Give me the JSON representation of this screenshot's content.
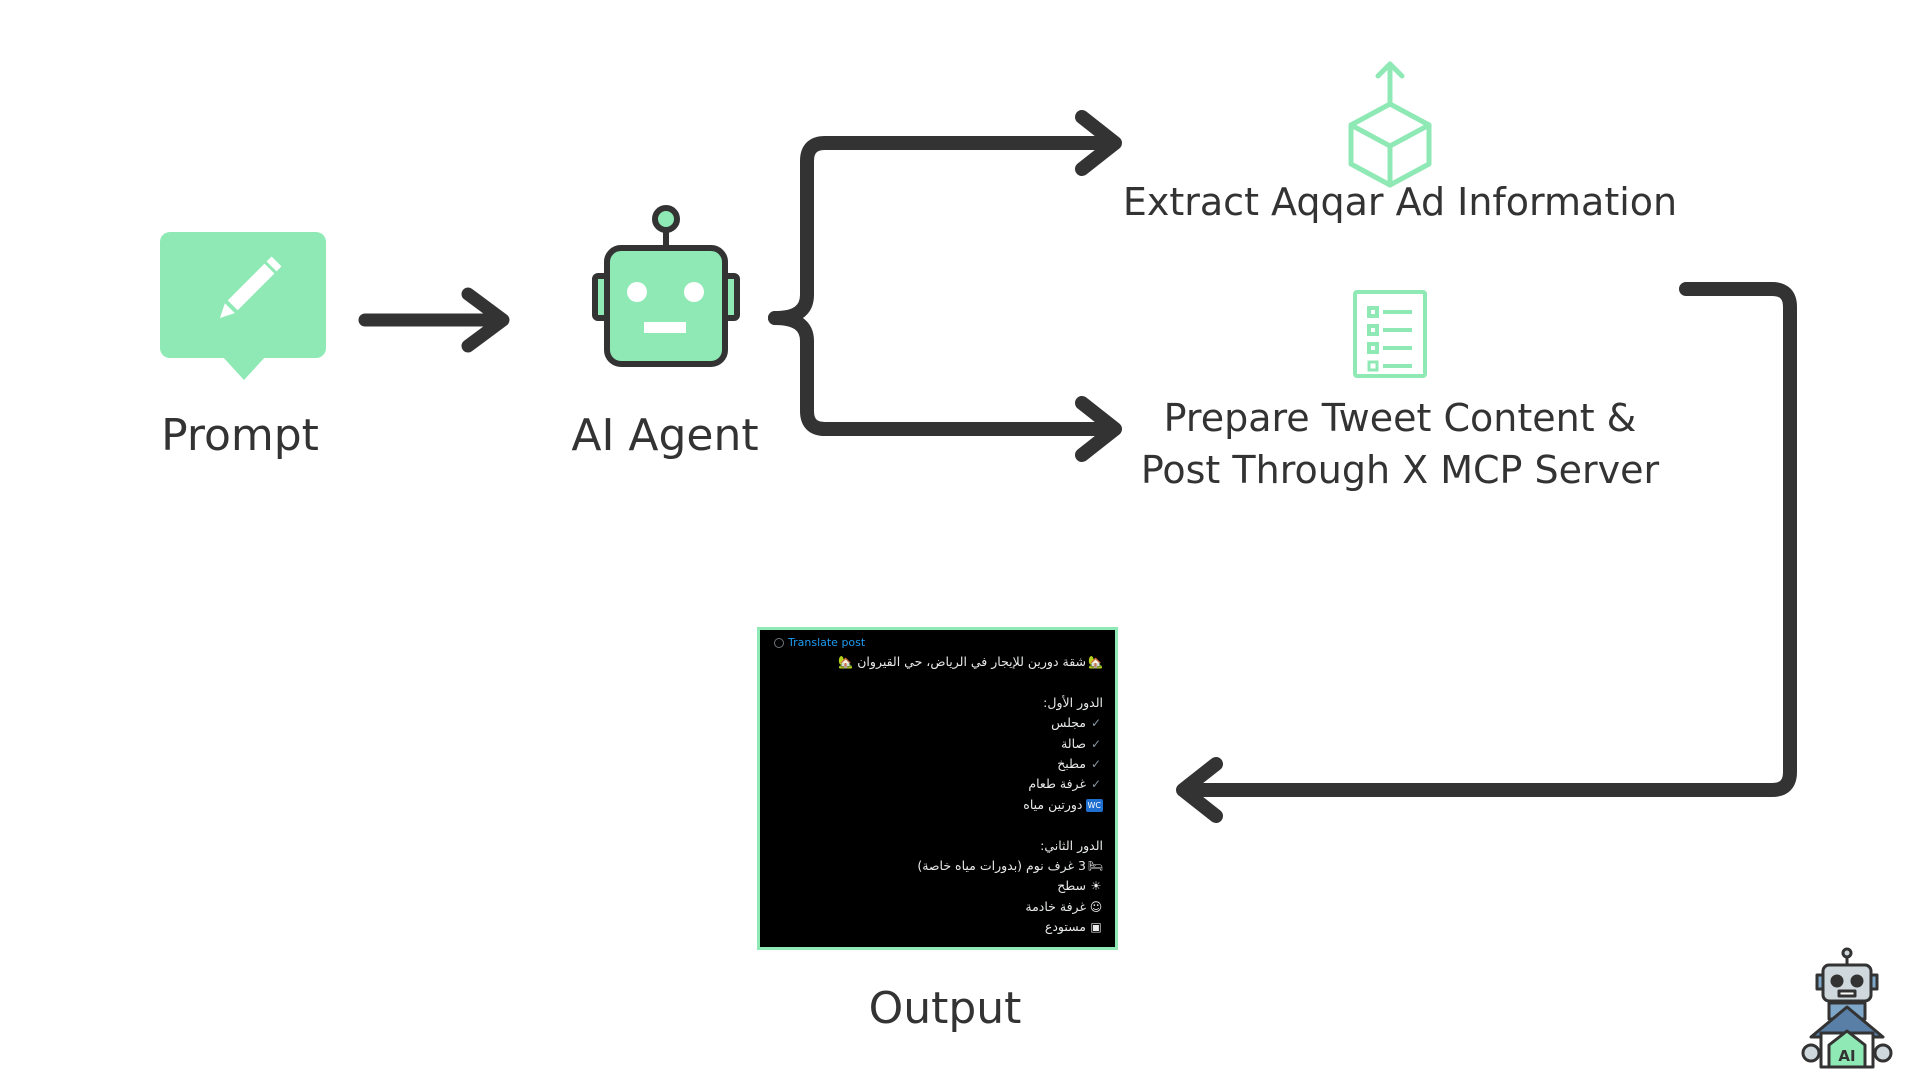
{
  "nodes": {
    "prompt": "Prompt",
    "agent": "AI Agent",
    "extract": "Extract Aqqar Ad Information",
    "prepare_line1": "Prepare Tweet Content &",
    "prepare_line2": "Post Through X MCP Server",
    "output": "Output"
  },
  "tweet": {
    "translate_label": "Translate post",
    "lines": {
      "title": "شقة دورين للإيجار في الرياض، حي القيروان",
      "floor1_heading": "الدور الأول:",
      "f1_item1": "مجلس",
      "f1_item2": "صالة",
      "f1_item3": "مطبخ",
      "f1_item4": "غرفة طعام",
      "f1_item5": "دورتين مياه",
      "floor2_heading": "الدور الثاني:",
      "f2_item1": "3 غرف نوم (بدورات مياه خاصة)",
      "f2_item2": "سطح",
      "f2_item3": "غرفة خادمة",
      "f2_item4": "مستودع"
    },
    "wc_badge": "WC"
  },
  "logo": {
    "badge_text": "AI"
  },
  "icons": {
    "prompt": "pencil-speech-bubble-icon",
    "agent": "robot-icon",
    "extract": "box-upload-icon",
    "prepare": "checklist-icon"
  },
  "colors": {
    "accent": "#8fe9b5",
    "arrow": "#333333",
    "tweet_bg": "#000000"
  }
}
